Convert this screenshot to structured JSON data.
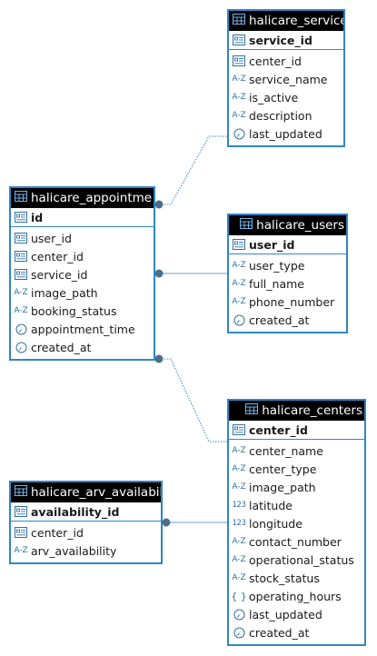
{
  "entities": {
    "services": {
      "title": "halicare_service",
      "pk": {
        "name": "service_id",
        "type": "key-icon"
      },
      "columns": [
        {
          "name": "center_id",
          "type": "key-icon"
        },
        {
          "name": "service_name",
          "type": "text-icon"
        },
        {
          "name": "is_active",
          "type": "text-icon"
        },
        {
          "name": "description",
          "type": "text-icon"
        },
        {
          "name": "last_updated",
          "type": "clock-icon"
        }
      ]
    },
    "appointments": {
      "title": "halicare_appointme",
      "pk": {
        "name": "id",
        "type": "key-icon"
      },
      "columns": [
        {
          "name": "user_id",
          "type": "key-icon"
        },
        {
          "name": "center_id",
          "type": "key-icon"
        },
        {
          "name": "service_id",
          "type": "key-icon"
        },
        {
          "name": "image_path",
          "type": "text-icon"
        },
        {
          "name": "booking_status",
          "type": "text-icon"
        },
        {
          "name": "appointment_time",
          "type": "clock-icon"
        },
        {
          "name": "created_at",
          "type": "clock-icon"
        }
      ]
    },
    "users": {
      "title": "halicare_users",
      "pk": {
        "name": "user_id",
        "type": "key-icon"
      },
      "columns": [
        {
          "name": "user_type",
          "type": "text-icon"
        },
        {
          "name": "full_name",
          "type": "text-icon"
        },
        {
          "name": "phone_number",
          "type": "text-icon"
        },
        {
          "name": "created_at",
          "type": "clock-icon"
        }
      ]
    },
    "centers": {
      "title": "halicare_centers",
      "pk": {
        "name": "center_id",
        "type": "key-icon"
      },
      "columns": [
        {
          "name": "center_name",
          "type": "text-icon"
        },
        {
          "name": "center_type",
          "type": "text-icon"
        },
        {
          "name": "image_path",
          "type": "text-icon"
        },
        {
          "name": "latitude",
          "type": "number-icon"
        },
        {
          "name": "longitude",
          "type": "number-icon"
        },
        {
          "name": "contact_number",
          "type": "text-icon"
        },
        {
          "name": "operational_status",
          "type": "text-icon"
        },
        {
          "name": "stock_status",
          "type": "text-icon"
        },
        {
          "name": "operating_hours",
          "type": "json-icon"
        },
        {
          "name": "last_updated",
          "type": "clock-icon"
        },
        {
          "name": "created_at",
          "type": "clock-icon"
        }
      ]
    },
    "availability": {
      "title": "halicare_arv_availabil",
      "pk": {
        "name": "availability_id",
        "type": "key-icon"
      },
      "columns": [
        {
          "name": "center_id",
          "type": "key-icon"
        },
        {
          "name": "arv_availability",
          "type": "text-icon"
        }
      ]
    }
  },
  "icons": {
    "text": "A-Z",
    "number": "123",
    "json": "{ }"
  },
  "colors": {
    "border": "#2f86c8",
    "header": "#000000",
    "icon": "#2f6fa8",
    "link": "#2f86c8"
  }
}
